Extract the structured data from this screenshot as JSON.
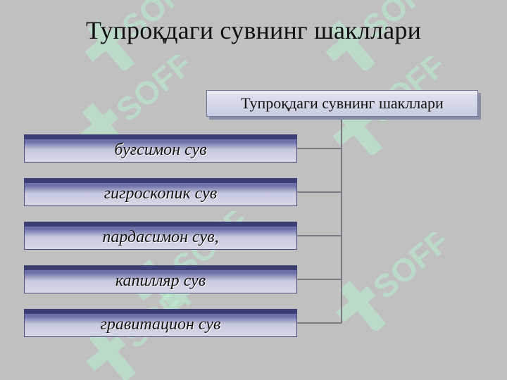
{
  "title": "Тупроқдаги сувнинг шакллари",
  "root": {
    "label": "Тупроқдаги сувнинг шакллари"
  },
  "items": [
    {
      "label": "буғсимон сув"
    },
    {
      "label": "гигроскопик сув"
    },
    {
      "label": "пардасимон сув,"
    },
    {
      "label": "капилляр сув"
    },
    {
      "label": "гравитацион сув"
    }
  ],
  "watermark": {
    "text": "SOFF",
    "color": "#b8f0d0"
  },
  "colors": {
    "background": "#c0c0c0",
    "item_top": "#3c3f74",
    "item_fill": "#c7cadf",
    "root_fill": "#d4d8ea",
    "connector": "#7a7a82"
  }
}
